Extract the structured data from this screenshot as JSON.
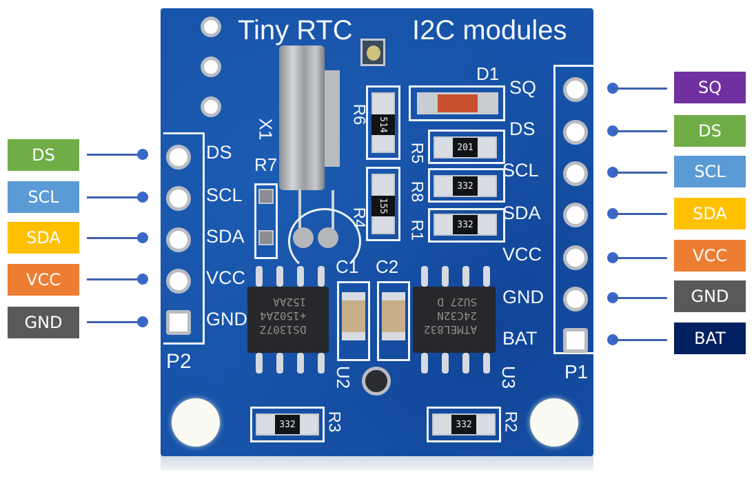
{
  "diagram": {
    "title_silkscreen": "Tiny RTC",
    "subtitle_silkscreen": "I2C modules",
    "board_color": "#1753a8",
    "left_header": {
      "name": "P2",
      "pins": [
        {
          "label": "DS",
          "color": "#70ad47"
        },
        {
          "label": "SCL",
          "color": "#5b9bd5"
        },
        {
          "label": "SDA",
          "color": "#ffc000"
        },
        {
          "label": "VCC",
          "color": "#ed7d31"
        },
        {
          "label": "GND",
          "color": "#595959"
        }
      ]
    },
    "right_header": {
      "name": "P1",
      "pins": [
        {
          "label": "SQ",
          "color": "#7030a0"
        },
        {
          "label": "DS",
          "color": "#70ad47"
        },
        {
          "label": "SCL",
          "color": "#5b9bd5"
        },
        {
          "label": "SDA",
          "color": "#ffc000"
        },
        {
          "label": "VCC",
          "color": "#ed7d31"
        },
        {
          "label": "GND",
          "color": "#595959"
        },
        {
          "label": "BAT",
          "color": "#002060"
        }
      ]
    },
    "components": {
      "crystal": "X1",
      "diode": "D1",
      "r7": "R7",
      "r6": "R6",
      "r6_code": "514",
      "r5": "R5",
      "r5_code": "201",
      "r8": "R8",
      "r8_code": "332",
      "r4": "R4",
      "r4_code": "155",
      "r1": "R1",
      "r1_code": "332",
      "r3": "R3",
      "r3_code": "332",
      "r2": "R2",
      "r2_code": "332",
      "c1": "C1",
      "c2": "C2",
      "u2": "U2",
      "u3": "U3",
      "u2_marking": [
        "DS1307Z",
        "+1502A4",
        "152AA"
      ],
      "u3_marking": [
        "ATMEL832",
        "24C32N",
        "SU27 D"
      ]
    }
  }
}
